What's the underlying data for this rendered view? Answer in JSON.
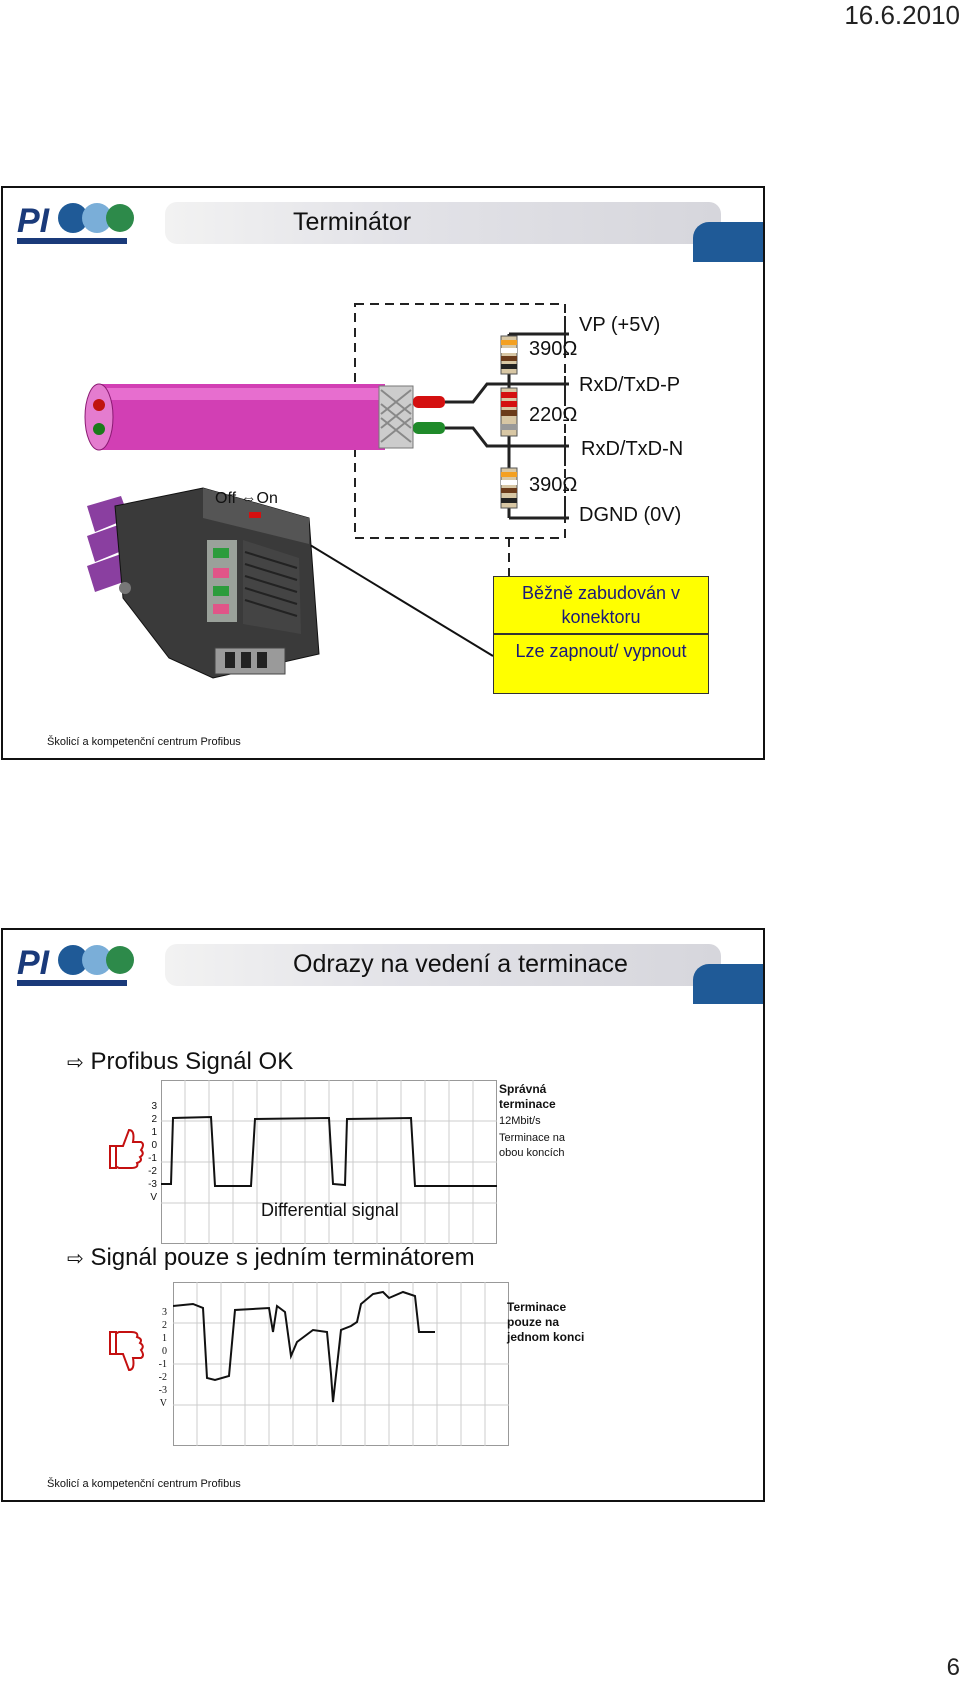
{
  "header": {
    "date": "16.6.2010"
  },
  "footer_page": "6",
  "slide1": {
    "title": "Terminátor",
    "switch_off": "Off",
    "switch_arrow": "⇔",
    "switch_on": "On",
    "r1": "390Ω",
    "r2": "220Ω",
    "r3": "390Ω",
    "line_vp": "VP (+5V)",
    "line_p": "RxD/TxD-P",
    "line_n": "RxD/TxD-N",
    "line_gnd": "DGND (0V)",
    "box1": "Běžně zabudován v konektoru",
    "box2": "Lze zapnout/ vypnout",
    "footer": "Školicí a kompetenční centrum Profibus"
  },
  "slide2": {
    "title": "Odrazy na vedení a terminace",
    "bullet1": "Profibus Signál OK",
    "bullet2": "Signál pouze s jedním terminátorem",
    "signal_label": "Differential signal",
    "note1_title": "Správná terminace",
    "note1_rate": "12Mbit/s",
    "note1_text": "Terminace na obou koncích",
    "note2_title": "Terminace pouze na jednom konci",
    "axis_ticks": [
      "3",
      "2",
      "1",
      "0",
      "-1",
      "-2",
      "-3",
      "V"
    ],
    "footer": "Školicí a kompetenční centrum Profibus"
  },
  "colors": {
    "cable": "#d23fb4",
    "tab": "#1f5a97",
    "callout": "#ffff00"
  }
}
